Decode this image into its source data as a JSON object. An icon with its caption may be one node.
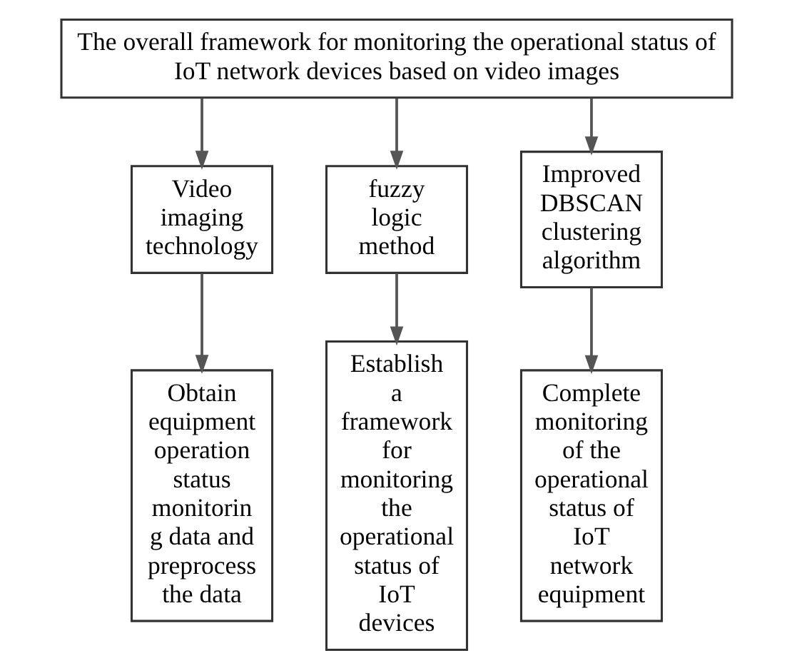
{
  "diagram": {
    "nodes": [
      {
        "text": [
          "The overall framework for monitoring the operational status of IoT network devices based on video images"
        ]
      },
      {
        "text": [
          "Video imaging technology"
        ]
      },
      {
        "text": [
          "fuzzy logic method"
        ]
      },
      {
        "text": [
          "Improved DBSCAN clustering algorithm"
        ]
      },
      {
        "text": [
          "Obtain equipment operation status monitorin g data and preprocess the data"
        ]
      },
      {
        "text": [
          "Establish a framework for monitoring the operational status of IoT devices"
        ]
      },
      {
        "text": [
          "Complete monitoring of the operational status of IoT network equipment"
        ]
      }
    ],
    "edges": [
      {
        "from": 0,
        "to": 1,
        "arrow": "to"
      },
      {
        "from": 0,
        "to": 2,
        "arrow": "to"
      },
      {
        "from": 0,
        "to": 3,
        "arrow": "to"
      },
      {
        "from": 1,
        "to": 4,
        "arrow": "to"
      },
      {
        "from": 2,
        "to": 5,
        "arrow": "to"
      },
      {
        "from": 3,
        "to": 6,
        "arrow": "to"
      }
    ]
  }
}
